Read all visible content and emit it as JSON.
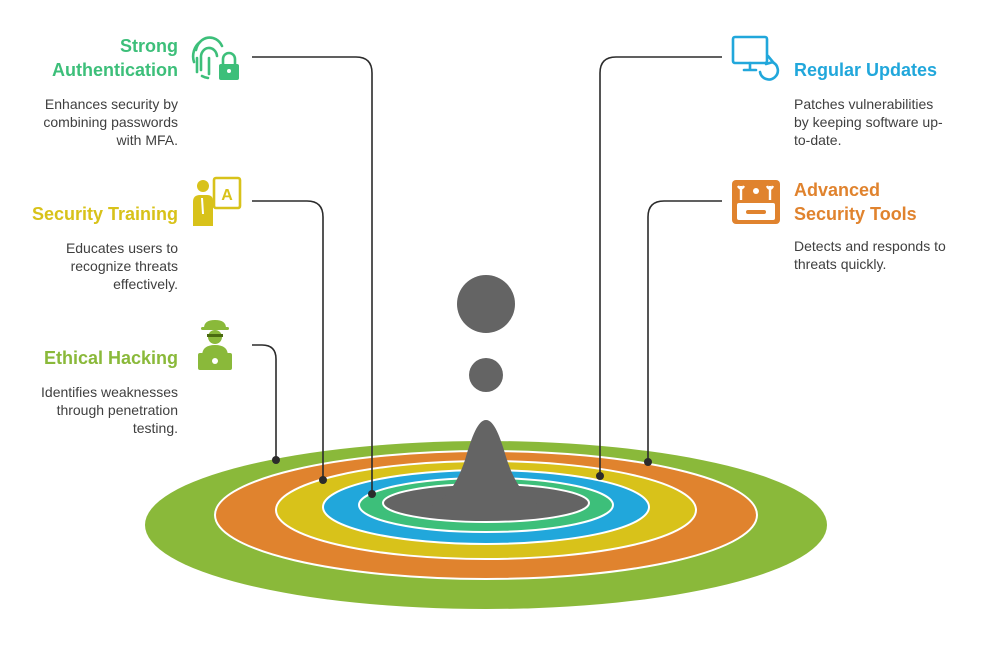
{
  "items": [
    {
      "key": "strong-authentication",
      "title_line1": "Strong",
      "title_line2": "Authentication",
      "desc_line1": "Enhances security by",
      "desc_line2": "combining passwords",
      "desc_line3": "with MFA.",
      "icon": "fingerprint-lock-icon",
      "color": "#3dbf7a"
    },
    {
      "key": "security-training",
      "title_line1": "Security Training",
      "desc_line1": "Educates users to",
      "desc_line2": "recognize threats",
      "desc_line3": "effectively.",
      "icon": "teacher-board-icon",
      "color": "#d8c21a"
    },
    {
      "key": "ethical-hacking",
      "title_line1": "Ethical Hacking",
      "desc_line1": "Identifies weaknesses",
      "desc_line2": "through penetration",
      "desc_line3": "testing.",
      "icon": "hacker-laptop-icon",
      "color": "#8ab93a"
    },
    {
      "key": "regular-updates",
      "title_line1": "Regular Updates",
      "desc_line1": "Patches vulnerabilities",
      "desc_line2": "by keeping software up-",
      "desc_line3": "to-date.",
      "icon": "monitor-refresh-icon",
      "color": "#21a7db"
    },
    {
      "key": "advanced-security-tools",
      "title_line1": "Advanced",
      "title_line2": "Security Tools",
      "desc_line1": "Detects and responds to",
      "desc_line2": "threats quickly.",
      "icon": "toolbox-icon",
      "color": "#e0832e"
    }
  ],
  "colors": {
    "ring_outer": "#8ab93a",
    "ring_orange": "#e0832e",
    "ring_yellow": "#d8c21a",
    "ring_blue": "#21a7db",
    "ring_green": "#3dbf7a",
    "core": "#646464",
    "connector": "#2b2b2b",
    "text": "#3f3f3f"
  }
}
